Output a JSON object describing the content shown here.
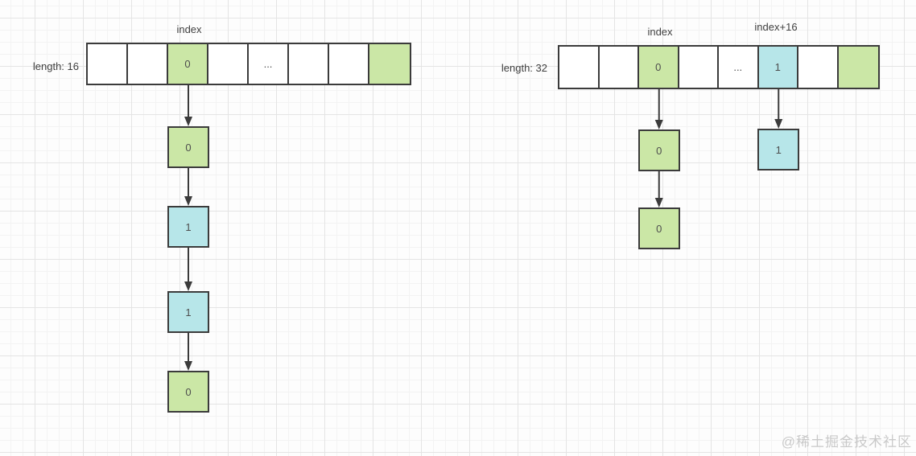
{
  "colors": {
    "green": "#cbe7a6",
    "blue": "#b7e6e9",
    "border": "#3b3b3b",
    "text": "#4d4d4d",
    "label": "#3f3f3f",
    "watermark": "#c9c9c9"
  },
  "left_table": {
    "length_label": "length: 16",
    "index_label": "index",
    "cells": [
      {
        "text": "",
        "fill": "white"
      },
      {
        "text": "",
        "fill": "white"
      },
      {
        "text": "0",
        "fill": "green"
      },
      {
        "text": "",
        "fill": "white"
      },
      {
        "text": "...",
        "fill": "white"
      },
      {
        "text": "",
        "fill": "white"
      },
      {
        "text": "",
        "fill": "white"
      },
      {
        "text": "",
        "fill": "green"
      }
    ],
    "chains": [
      {
        "at_cell": 2,
        "nodes": [
          {
            "text": "0",
            "fill": "green"
          },
          {
            "text": "1",
            "fill": "blue"
          },
          {
            "text": "1",
            "fill": "blue"
          },
          {
            "text": "0",
            "fill": "green"
          }
        ]
      }
    ]
  },
  "right_table": {
    "length_label": "length: 32",
    "index_label": "index",
    "index_plus_label": "index+16",
    "cells": [
      {
        "text": "",
        "fill": "white"
      },
      {
        "text": "",
        "fill": "white"
      },
      {
        "text": "0",
        "fill": "green"
      },
      {
        "text": "",
        "fill": "white"
      },
      {
        "text": "...",
        "fill": "white"
      },
      {
        "text": "1",
        "fill": "blue"
      },
      {
        "text": "",
        "fill": "white"
      },
      {
        "text": "",
        "fill": "green"
      }
    ],
    "chains": [
      {
        "at_cell": 2,
        "nodes": [
          {
            "text": "0",
            "fill": "green"
          },
          {
            "text": "0",
            "fill": "green"
          }
        ]
      },
      {
        "at_cell": 5,
        "nodes": [
          {
            "text": "1",
            "fill": "blue"
          }
        ]
      }
    ]
  },
  "watermark": "@稀土掘金技术社区"
}
